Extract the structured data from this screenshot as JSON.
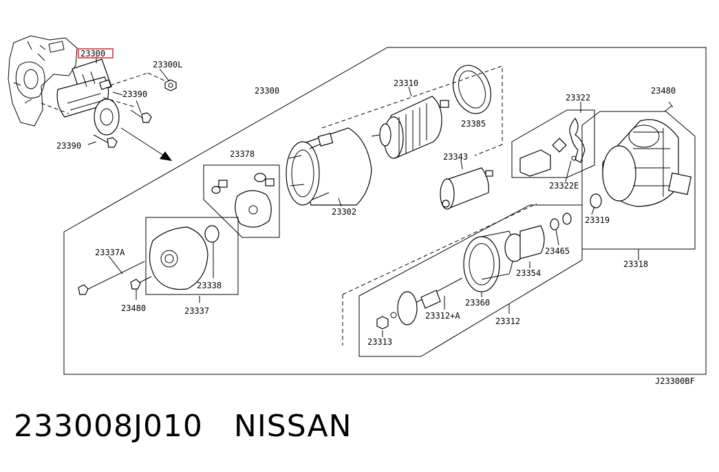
{
  "diagram": {
    "code": "J23300BF",
    "highlight_color": "#e0202a",
    "callouts": [
      {
        "id": "c23300hl",
        "text": "23300"
      },
      {
        "id": "c23300L",
        "text": "23300L"
      },
      {
        "id": "c23390a",
        "text": "23390"
      },
      {
        "id": "c23390b",
        "text": "23390"
      },
      {
        "id": "c23300",
        "text": "23300"
      },
      {
        "id": "c23310",
        "text": "23310"
      },
      {
        "id": "c23385",
        "text": "23385"
      },
      {
        "id": "c23322",
        "text": "23322"
      },
      {
        "id": "c23480a",
        "text": "23480"
      },
      {
        "id": "c23378",
        "text": "23378"
      },
      {
        "id": "c23343",
        "text": "23343"
      },
      {
        "id": "c23322E",
        "text": "23322E"
      },
      {
        "id": "c23302",
        "text": "23302"
      },
      {
        "id": "c23319",
        "text": "23319"
      },
      {
        "id": "c23465",
        "text": "23465"
      },
      {
        "id": "c23337A",
        "text": "23337A"
      },
      {
        "id": "c23338",
        "text": "23338"
      },
      {
        "id": "c23354",
        "text": "23354"
      },
      {
        "id": "c23318",
        "text": "23318"
      },
      {
        "id": "c23360",
        "text": "23360"
      },
      {
        "id": "c23480b",
        "text": "23480"
      },
      {
        "id": "c23337",
        "text": "23337"
      },
      {
        "id": "c23312A",
        "text": "23312+A"
      },
      {
        "id": "c23312",
        "text": "23312"
      },
      {
        "id": "c23313",
        "text": "23313"
      }
    ]
  },
  "caption": {
    "part_number": "233008J010",
    "brand": "NISSAN"
  }
}
